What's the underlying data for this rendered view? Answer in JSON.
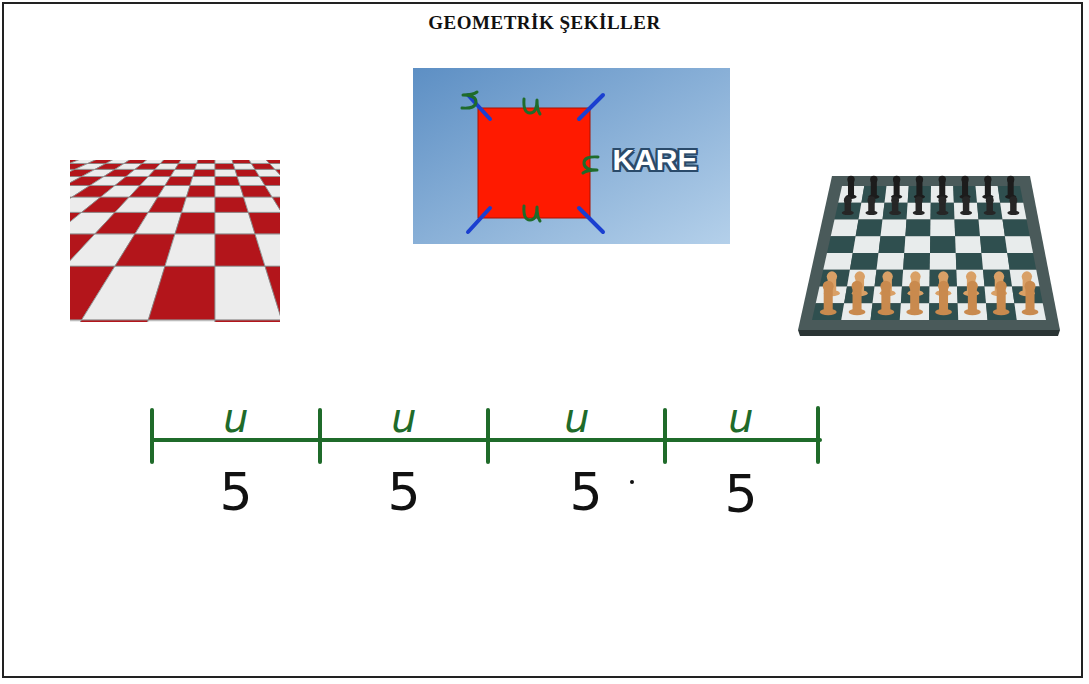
{
  "diagram": {
    "title": "GEOMETRİK ŞEKİLLER",
    "labels": [
      "KARE",
      "u",
      "5",
      "u",
      "5",
      "u",
      "5",
      "u",
      "5"
    ]
  }
}
